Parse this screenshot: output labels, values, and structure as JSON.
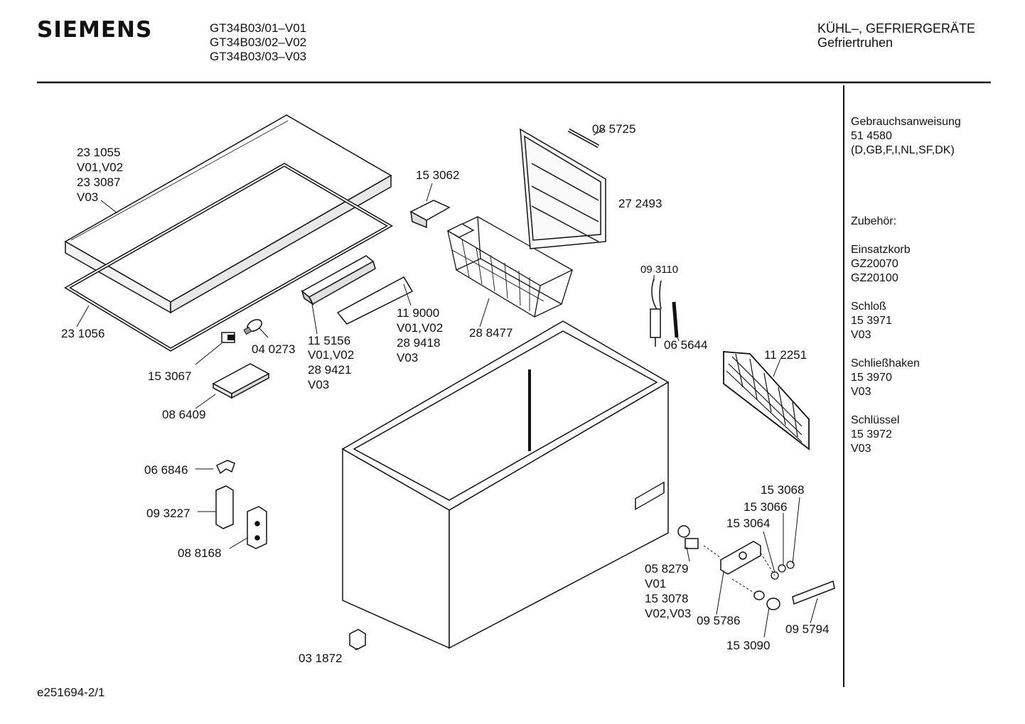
{
  "header": {
    "brand": "SIEMENS",
    "models": [
      "GT34B03/01–V01",
      "GT34B03/02–V02",
      "GT34B03/03–V03"
    ],
    "category_line1": "KÜHL–, GEFRIERGERÄTE",
    "category_line2": "Gefriertruhen"
  },
  "callouts": {
    "lid": [
      "23 1055",
      "V01,V02",
      "23 3087",
      "V03"
    ],
    "lid_gasket": "23 1056",
    "switch": "15 3067",
    "bulb": "04 0273",
    "lamp_cover": "08 6409",
    "handle_top": "15 3062",
    "handle_strip": [
      "11 5156",
      "V01,V02",
      "28 9421",
      "V03"
    ],
    "handle_rail": [
      "11 9000",
      "V01,V02",
      "28 9418",
      "V03"
    ],
    "basket": "28 8477",
    "divider_pin": "08 5725",
    "divider_panel": "27 2493",
    "sensor": "09 3110",
    "sensor_pin": "06 5644",
    "vent_grille": "11 2251",
    "clip": "06 6846",
    "hinge_cover": "09 3227",
    "hinge": "08 8168",
    "foot": "03 1872",
    "thermostat": [
      "05 8279",
      "V01",
      "15 3078",
      "V02,V03"
    ],
    "control_housing": "09 5786",
    "knob": "15 3090",
    "lamp_green": "15 3068",
    "lamp_yellow": "15 3066",
    "lamp_red": "15 3064",
    "control_panel": "09 5794"
  },
  "sidebar": [
    [
      "Gebrauchsanweisung",
      "51 4580",
      "(D,GB,F,I,NL,SF,DK)"
    ],
    [
      ""
    ],
    [
      "Zubehör:"
    ],
    [
      "Einsatzkorb",
      "GZ20070",
      "GZ20100"
    ],
    [
      "Schloß",
      "15 3971",
      "V03"
    ],
    [
      "Schließhaken",
      "15 3970",
      "V03"
    ],
    [
      "Schlüssel",
      "15 3972",
      "V03"
    ]
  ],
  "footer": "e251694-2/1"
}
